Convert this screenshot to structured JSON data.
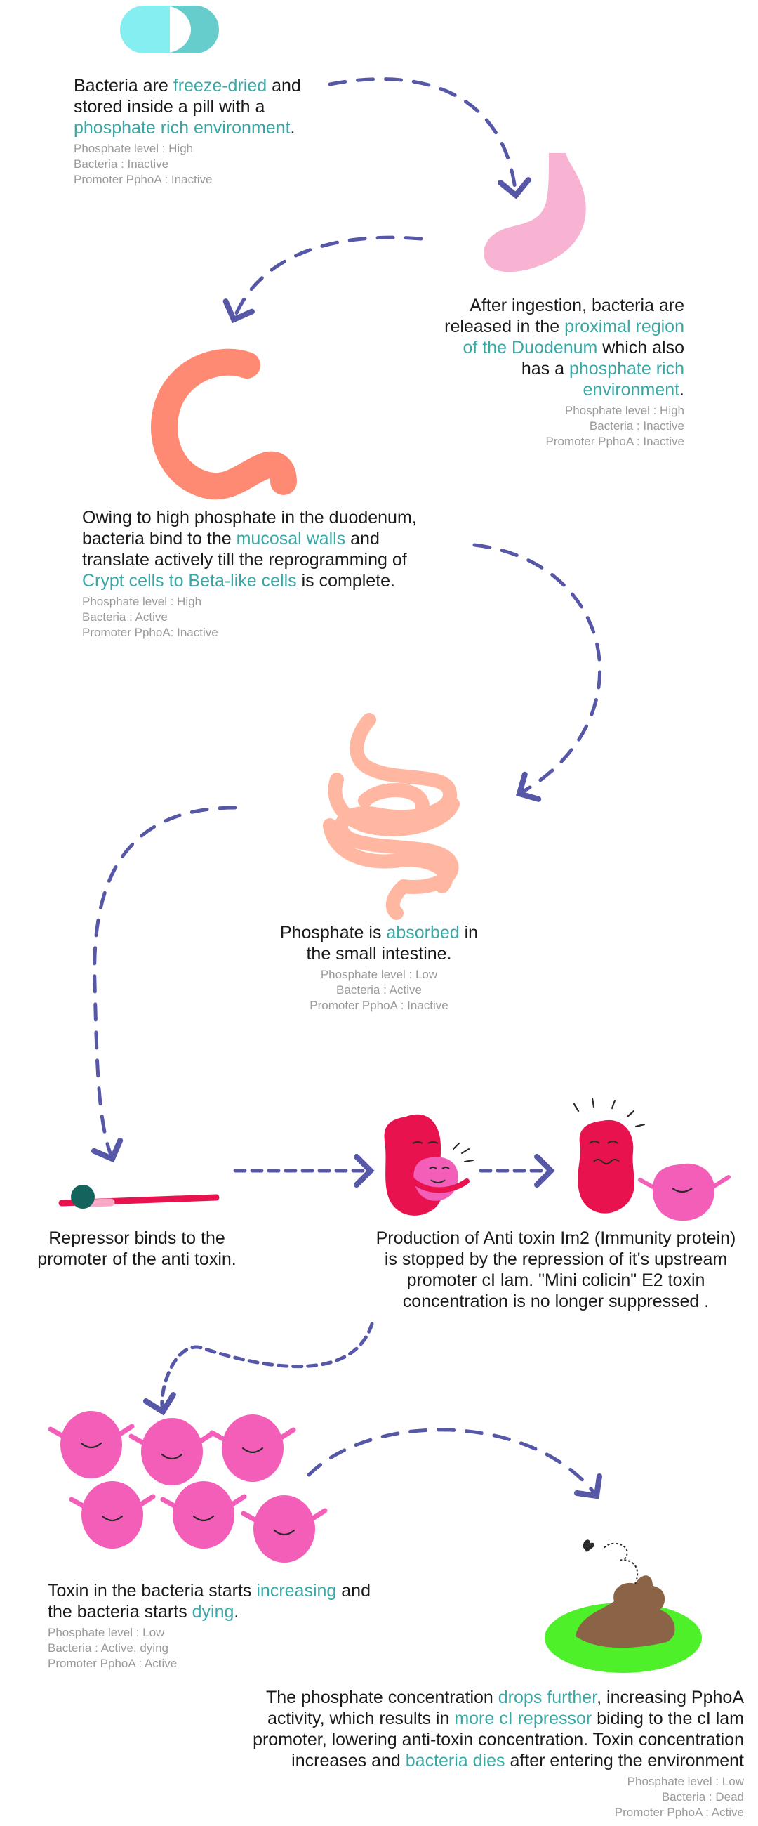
{
  "steps": [
    {
      "id": "pill",
      "text": [
        "Bacteria are ",
        "freeze-dried",
        " and stored inside a pill with a ",
        "phosphate rich environment",
        "."
      ],
      "meta": {
        "phosphate": "Phosphate level : High",
        "bacteria": "Bacteria : Inactive",
        "promoter": "Promoter PphoA : Inactive"
      }
    },
    {
      "id": "stomach",
      "text": [
        "After ingestion, bacteria are released in the ",
        "proximal region of the Duodenum",
        " which also has a ",
        "phosphate rich environment",
        "."
      ],
      "meta": {
        "phosphate": "Phosphate level : High",
        "bacteria": "Bacteria : Inactive",
        "promoter": "Promoter PphoA : Inactive"
      }
    },
    {
      "id": "duodenum",
      "text": [
        "Owing to high phosphate in the duodenum, bacteria bind to the ",
        "mucosal walls",
        " and translate actively till the reprogramming of ",
        "Crypt cells to Beta-like cells",
        " is complete."
      ],
      "meta": {
        "phosphate": "Phosphate level : High",
        "bacteria": "Bacteria : Active",
        "promoter": "Promoter PphoA: Inactive"
      }
    },
    {
      "id": "intestine",
      "text": [
        "Phosphate is ",
        "absorbed",
        " in the small intestine."
      ],
      "meta": {
        "phosphate": "Phosphate level : Low",
        "bacteria": "Bacteria : Active",
        "promoter": "Promoter PphoA : Inactive"
      }
    },
    {
      "id": "repressor",
      "text": [
        "Repressor  binds to the promoter of the anti toxin."
      ]
    },
    {
      "id": "antitoxin",
      "text": [
        "Production of Anti toxin Im2 (Immunity protein) is stopped by the repression of it's upstream promoter cI lam. \"Mini colicin\" E2 toxin concentration is no longer suppressed ."
      ]
    },
    {
      "id": "toxin",
      "text": [
        "Toxin in the bacteria starts ",
        "increasing",
        " and the bacteria starts ",
        "dying",
        "."
      ],
      "meta": {
        "phosphate": "Phosphate level : Low",
        "bacteria": "Bacteria : Active, dying",
        "promoter": "Promoter PphoA : Active"
      }
    },
    {
      "id": "final",
      "text": [
        "The phosphate concentration ",
        "drops further",
        ", increasing PphoA activity, which results in ",
        "more cI repressor",
        " biding to the cI lam promoter, lowering anti-toxin concentration. Toxin concentration increases and ",
        "bacteria dies",
        " after entering the environment"
      ],
      "meta": {
        "phosphate": "Phosphate level : Low",
        "bacteria": "Bacteria : Dead",
        "promoter": "Promoter PphoA : Active"
      }
    }
  ],
  "colors": {
    "highlight": "#3aa7a7",
    "arrow": "#5757a8",
    "pill": "#7fe7ea",
    "stomach": "#f7b3d3",
    "duodenum": "#ff8a73",
    "intestine": "#ffb19a",
    "bacteria": "#f35fb8",
    "toxin": "#e8124f",
    "soil": "#4ef02a",
    "poop": "#8b6347"
  },
  "icons": [
    "pill-icon",
    "stomach-icon",
    "duodenum-icon",
    "intestine-icon",
    "promoter-strand-icon",
    "toxin-bacteria-icon",
    "bacteria-group-icon",
    "dead-bacteria-poop-icon"
  ]
}
